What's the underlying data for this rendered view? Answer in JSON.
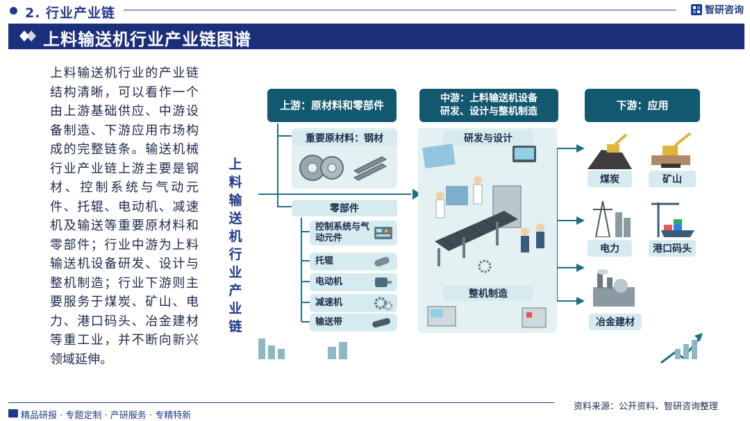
{
  "section": {
    "title": "2. 行业产业链"
  },
  "brand": {
    "name": "智研咨询"
  },
  "banner": {
    "title": "上料输送机行业产业链图谱"
  },
  "description": "上料输送机行业的产业链结构清晰，可以看作一个由上游基础供应、中游设备制造、下游应用市场构成的完整链条。输送机械行业产业链上游主要是钢材、控制系统与气动元件、托辊、电动机、减速机及输送等重要原材料和零部件；行业中游为上料输送机设备研发、设计与整机制造；行业下游则主要服务于煤炭、矿山、电力、港口码头、冶金建材等重工业，并不断向新兴领域延伸。",
  "vertical_label": "上料输送机行业产业链",
  "upstream": {
    "header": "上游：原材料和零部件",
    "materials_title": "重要原材料：钢材",
    "parts_title": "零部件",
    "parts": [
      {
        "label": "控制系统与气动元件",
        "icon": "control-panel-icon"
      },
      {
        "label": "托辊",
        "icon": "roller-icon"
      },
      {
        "label": "电动机",
        "icon": "motor-icon"
      },
      {
        "label": "减速机",
        "icon": "gear-icon"
      },
      {
        "label": "输送带",
        "icon": "belt-icon"
      }
    ]
  },
  "midstream": {
    "header_line1": "中游：上料输送机设备",
    "header_line2": "研发、设计与整机制造",
    "rd_label": "研发与设计",
    "mfg_label": "整机制造"
  },
  "downstream": {
    "header": "下游：应用",
    "apps": [
      {
        "label": "煤炭",
        "icon": "coal-excavator-icon"
      },
      {
        "label": "矿山",
        "icon": "mining-excavator-icon"
      },
      {
        "label": "电力",
        "icon": "power-tower-icon"
      },
      {
        "label": "港口码头",
        "icon": "port-crane-icon"
      },
      {
        "label": "冶金建材",
        "icon": "factory-icon"
      }
    ]
  },
  "footer": {
    "left": "精品研报 · 专题定制 · 产研服务 · 专精特新",
    "source": "资料来源：公开资料、智研咨询整理"
  },
  "colors": {
    "navy": "#1b2f7a",
    "teal": "#12586e",
    "panel": "#e3f1f3"
  }
}
